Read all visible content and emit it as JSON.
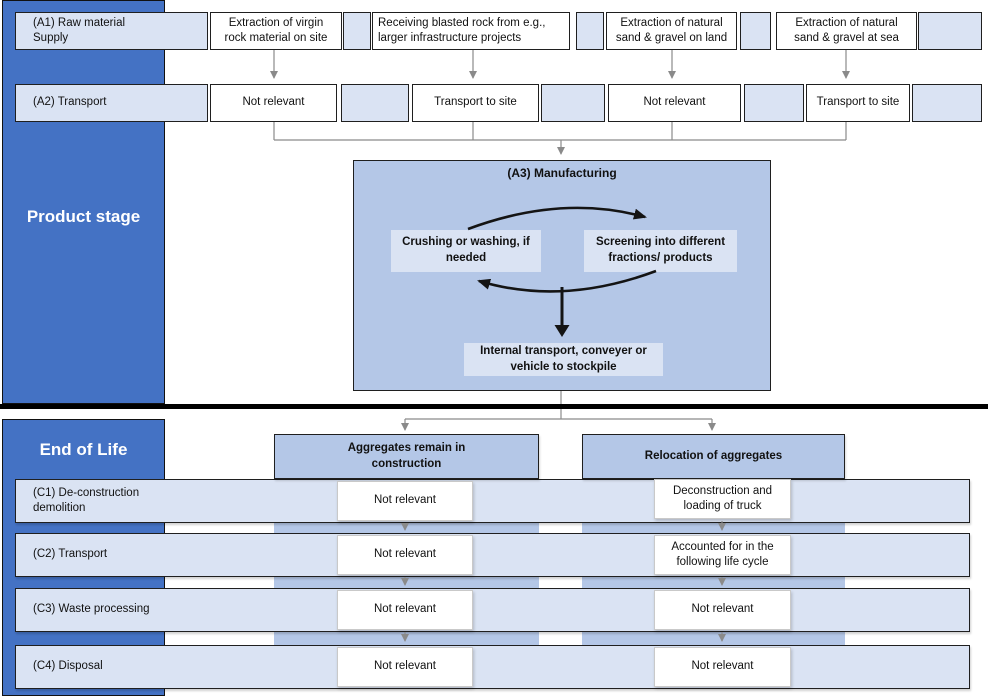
{
  "colors": {
    "sidebar_blue": "#4472C4",
    "light_blue": "#DAE3F3",
    "medium_blue": "#B4C7E7",
    "connector_gray": "#8A8A8A",
    "arrow_black": "#141414"
  },
  "sidebar": {
    "product_stage": "Product stage",
    "end_of_life": "End of Life"
  },
  "product_stage": {
    "a1": {
      "label": "(A1) Raw material\nSupply",
      "options": [
        "Extraction of virgin\nrock material on site",
        "Receiving blasted rock from e.g.,\nlarger infrastructure projects",
        "Extraction of natural\nsand & gravel on land",
        "Extraction of natural\nsand & gravel at sea"
      ]
    },
    "a2": {
      "label": "(A2) Transport",
      "values": [
        "Not relevant",
        "Transport to site",
        "Not relevant",
        "Transport to site"
      ]
    },
    "a3": {
      "title": "(A3) Manufacturing",
      "crushing": "Crushing or washing, if\nneeded",
      "screening": "Screening into different\nfractions/ products",
      "internal_transport": "Internal transport, conveyer or\nvehicle to stockpile"
    }
  },
  "end_of_life": {
    "columns": [
      "Aggregates remain in\nconstruction",
      "Relocation of aggregates"
    ],
    "rows": [
      {
        "label": "(C1) De-construction\ndemolition",
        "left": "Not relevant",
        "right": "Deconstruction and\nloading of truck"
      },
      {
        "label": "(C2) Transport",
        "left": "Not relevant",
        "right": "Accounted for in the\nfollowing life cycle"
      },
      {
        "label": "(C3) Waste processing",
        "left": "Not relevant",
        "right": "Not relevant"
      },
      {
        "label": "(C4) Disposal",
        "left": "Not relevant",
        "right": "Not relevant"
      }
    ]
  }
}
